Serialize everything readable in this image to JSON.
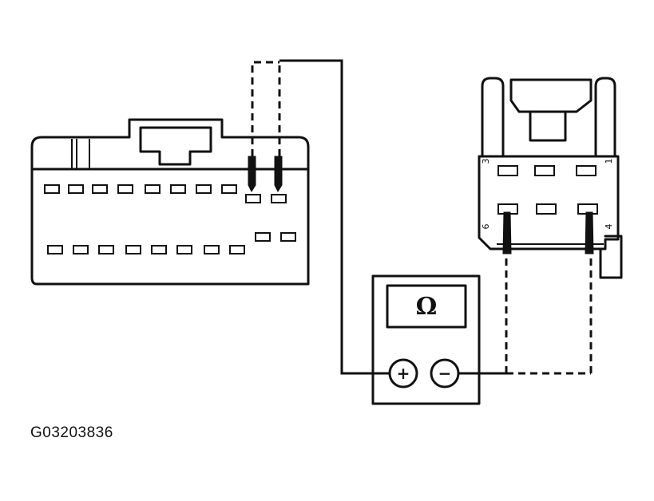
{
  "figure_id": "G03203836",
  "meter": {
    "symbol": "Ω",
    "plus_label": "+",
    "minus_label": "−"
  },
  "small_connector": {
    "pin_labels": [
      "3",
      "1",
      "6",
      "4"
    ]
  },
  "colors": {
    "ink": "#111111",
    "background": "#ffffff"
  }
}
